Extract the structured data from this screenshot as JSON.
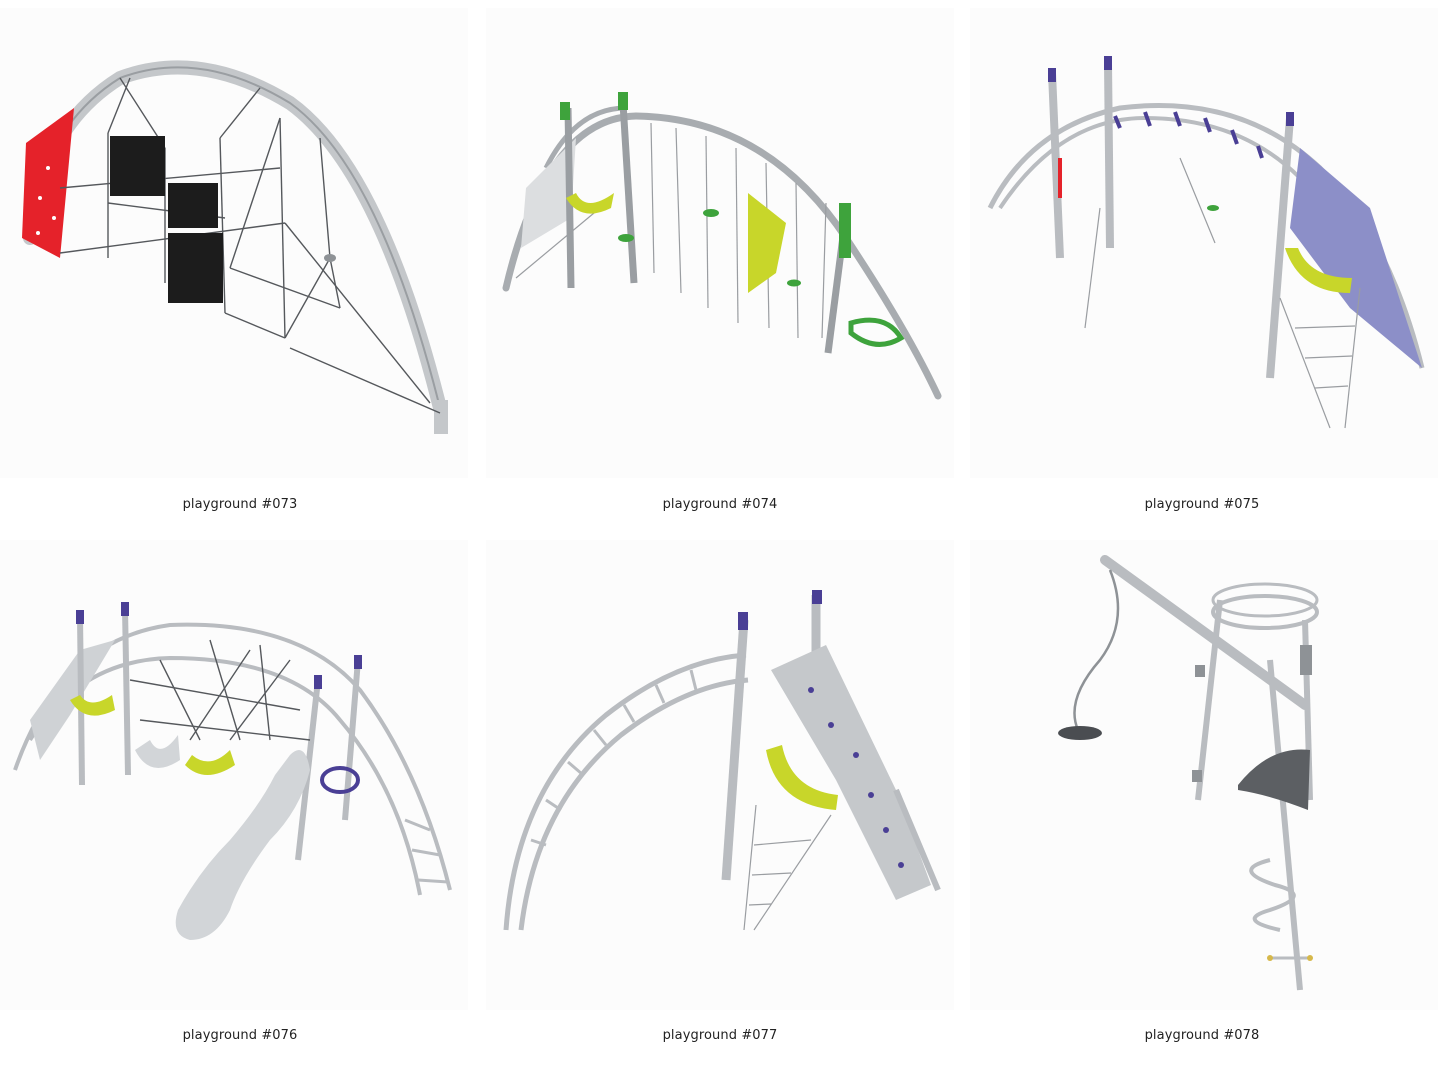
{
  "gallery": {
    "items": [
      {
        "label": "playground #073"
      },
      {
        "label": "playground #074"
      },
      {
        "label": "playground #075"
      },
      {
        "label": "playground #076"
      },
      {
        "label": "playground #077"
      },
      {
        "label": "playground #078"
      }
    ]
  },
  "colors": {
    "steel": "#b9bcc0",
    "red_panel": "#e5222a",
    "black_panel": "#1c1c1c",
    "lime": "#c8d62a",
    "green": "#3ea33c",
    "purple": "#4a3f95",
    "violet_panel": "#8c8fc8"
  }
}
